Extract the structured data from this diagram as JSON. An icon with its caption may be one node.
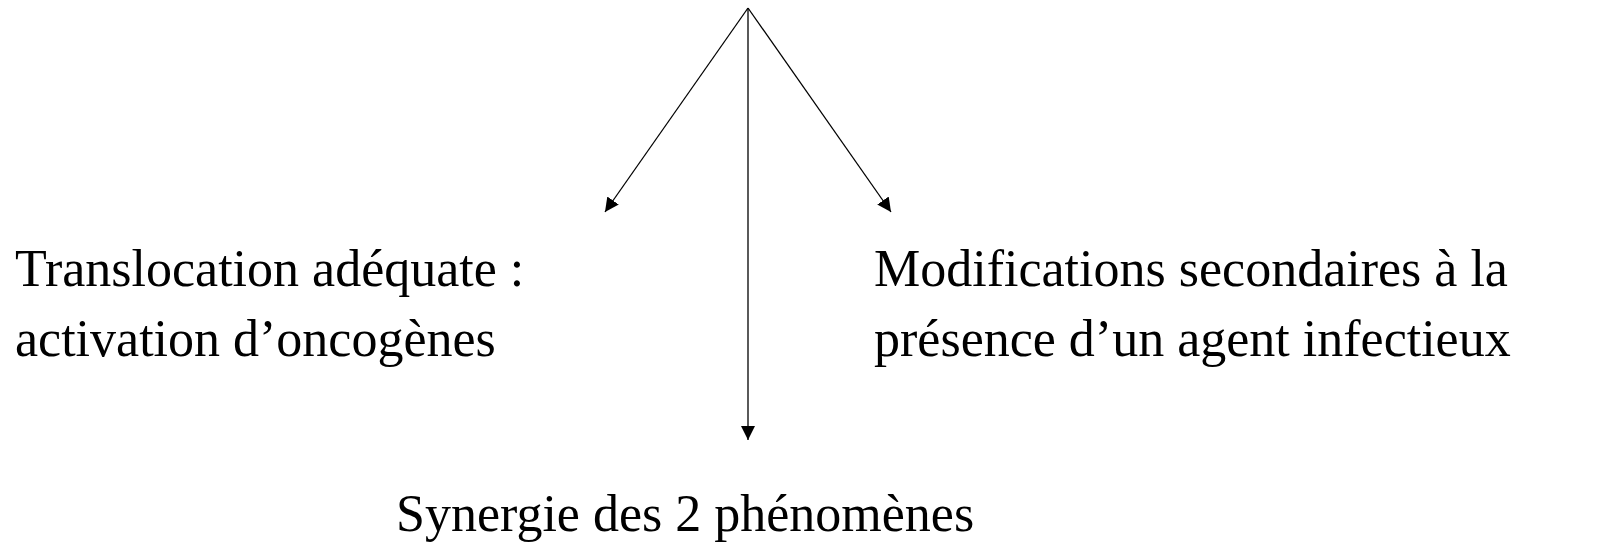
{
  "diagram": {
    "nodes": [
      {
        "text": [
          "Translocation adéquate : activation d’oncogènes"
        ]
      },
      {
        "text": [
          "Modifications secondaires à la présence d’un agent infectieux"
        ]
      },
      {
        "text": [
          "Synergie des 2 phénomènes"
        ]
      }
    ],
    "edges": [
      {
        "from": null,
        "to": 0,
        "arrow": "to"
      },
      {
        "from": null,
        "to": 2,
        "arrow": "to"
      },
      {
        "from": null,
        "to": 1,
        "arrow": "to"
      }
    ]
  }
}
